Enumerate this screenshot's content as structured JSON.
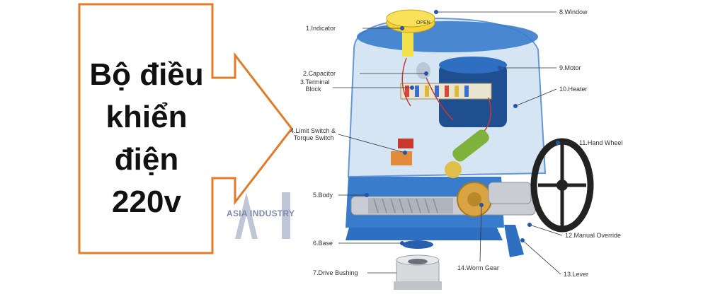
{
  "headline": {
    "line1": "Bộ điều",
    "line2": "khiển",
    "line3": "điện",
    "line4": "220v"
  },
  "watermark": {
    "logo_letters": "AI",
    "text": "ASIA INDUSTRY"
  },
  "indicator_dial_text": "OPEN",
  "labels": {
    "indicator": "1.Indicator",
    "capacitor": "2.Capacitor",
    "terminal_block": "3.Terminal\n   Block",
    "limit_switch": "4.Limit Switch &\n  Torque Switch",
    "body": "5.Body",
    "base": "6.Base",
    "drive_bushing": "7.Drive Bushing",
    "window": "8.Window",
    "motor": "9.Motor",
    "heater": "10.Heater",
    "hand_wheel": "11.Hand Wheel",
    "manual_override": "12.Manual Override",
    "lever": "13.Lever",
    "worm_gear": "14.Worm Gear"
  },
  "colors": {
    "arrow_outline": "#e07b2a",
    "actuator_blue": "#2f6fc2",
    "housing_glass": "#cfe1f3",
    "leader_line": "#333333",
    "dot": "#2455a8"
  }
}
